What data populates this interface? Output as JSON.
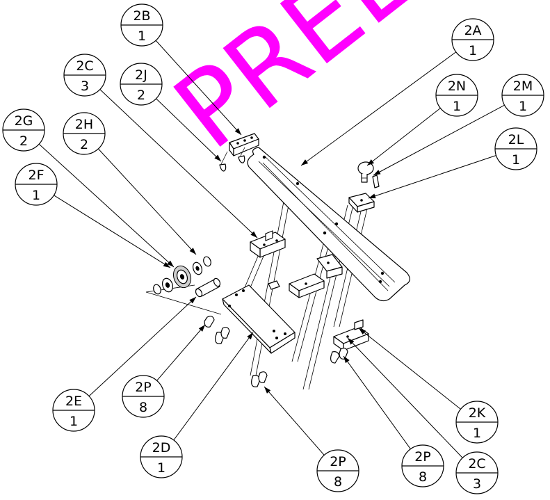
{
  "watermark": {
    "text": "PREL",
    "color": "#ff00ff"
  },
  "balloons": [
    {
      "id": "2B",
      "qty": "1"
    },
    {
      "id": "2A",
      "qty": "1"
    },
    {
      "id": "2C",
      "qty": "3"
    },
    {
      "id": "2J",
      "qty": "2"
    },
    {
      "id": "2N",
      "qty": "1"
    },
    {
      "id": "2M",
      "qty": "1"
    },
    {
      "id": "2G",
      "qty": "2"
    },
    {
      "id": "2H",
      "qty": "2"
    },
    {
      "id": "2L",
      "qty": "1"
    },
    {
      "id": "2F",
      "qty": "1"
    },
    {
      "id": "2P",
      "qty": "8"
    },
    {
      "id": "2E",
      "qty": "1"
    },
    {
      "id": "2K",
      "qty": "1"
    },
    {
      "id": "2D",
      "qty": "1"
    },
    {
      "id": "2P",
      "qty": "8"
    },
    {
      "id": "2P",
      "qty": "8"
    },
    {
      "id": "2C",
      "qty": "3"
    }
  ]
}
